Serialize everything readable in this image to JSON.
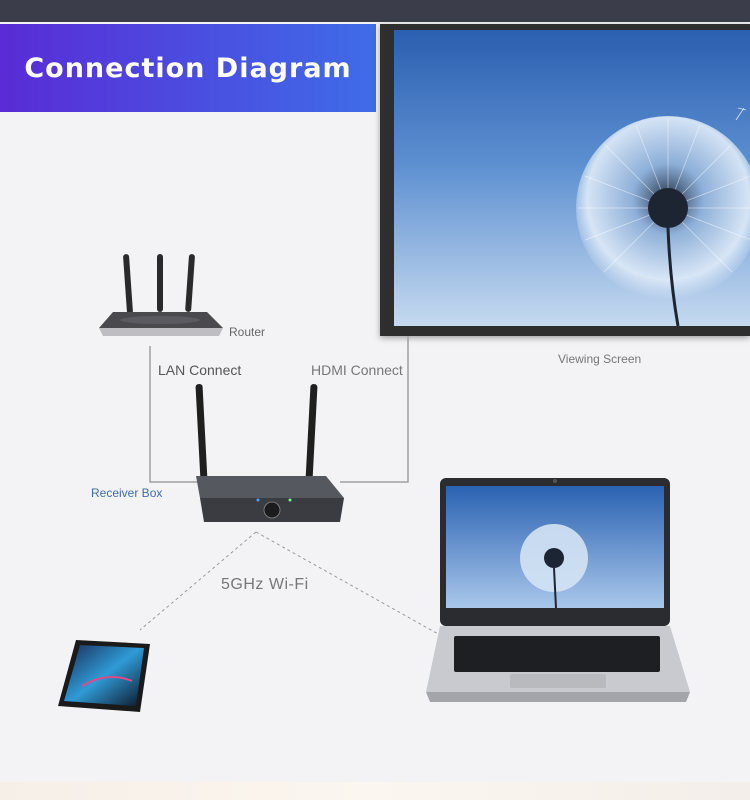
{
  "title": "Connection Diagram",
  "labels": {
    "router": "Router",
    "viewing_screen": "Viewing Screen",
    "lan_connect": "LAN Connect",
    "hdmi_connect": "HDMI Connect",
    "receiver_box": "Receiver Box",
    "wifi": "5GHz Wi-Fi"
  },
  "colors": {
    "banner_start": "#5a2bd6",
    "banner_end": "#3f6ce8",
    "receiver_label": "#3f6ab0",
    "wire": "#9a9a9a"
  },
  "icons": [
    "router-icon",
    "receiver-box-icon",
    "viewing-screen-icon",
    "laptop-icon",
    "smartphone-icon",
    "dandelion-image"
  ]
}
